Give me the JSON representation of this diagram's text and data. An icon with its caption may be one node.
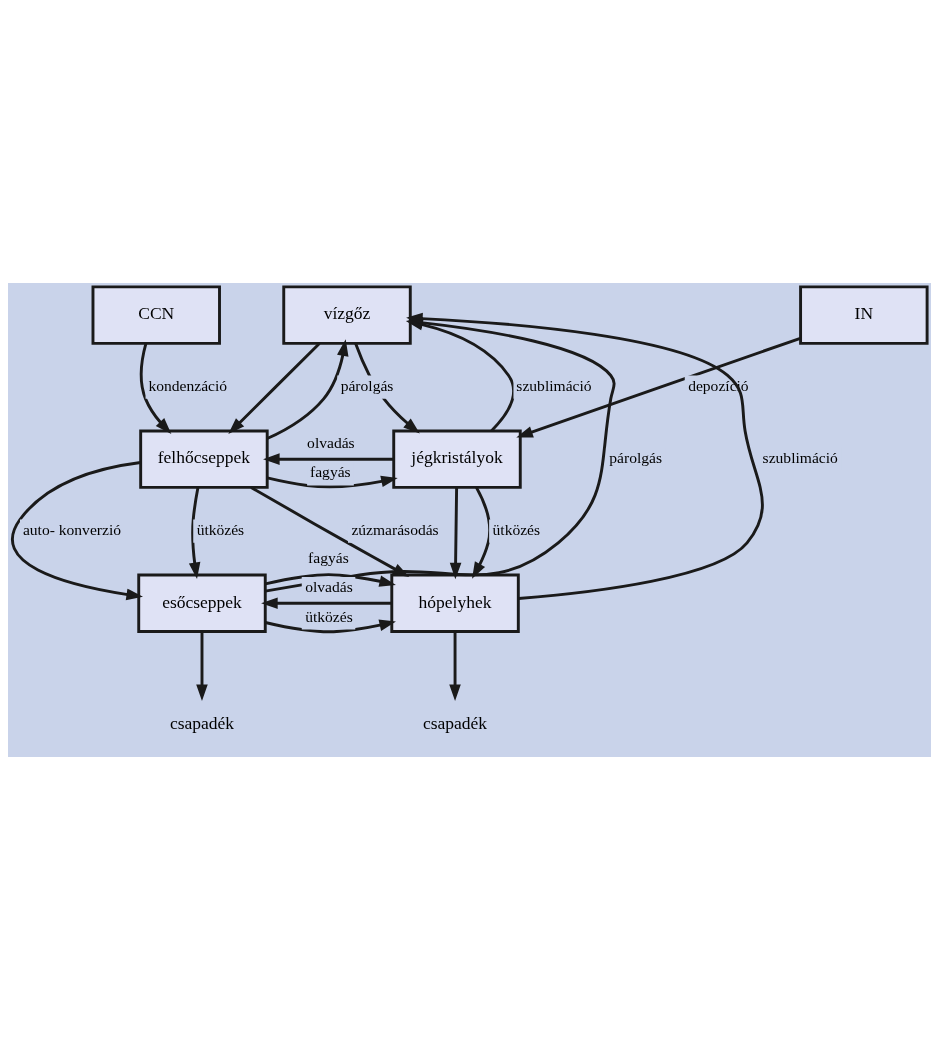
{
  "diagram": {
    "nodes": [
      {
        "text": [
          "CCN"
        ]
      },
      {
        "text": [
          "IN"
        ]
      },
      {
        "text": [
          "vízgőz"
        ]
      },
      {
        "text": [
          "felhőcseppek"
        ]
      },
      {
        "text": [
          "jégkristályok"
        ]
      },
      {
        "text": [
          "esőcseppek"
        ]
      },
      {
        "text": [
          "hópelyhek"
        ]
      },
      {
        "text": [
          "csapadék"
        ]
      },
      {
        "text": [
          "csapadék"
        ]
      }
    ],
    "edges": [
      {
        "from": 0,
        "to": 3,
        "arrow": "to",
        "label": "kondenzáció"
      },
      {
        "from": 2,
        "to": 3,
        "arrow": "to"
      },
      {
        "from": 1,
        "to": 4,
        "arrow": "to",
        "label": "depozíció"
      },
      {
        "from": 2,
        "to": 4,
        "arrow": "to"
      },
      {
        "from": 3,
        "to": 2,
        "arrow": "to",
        "label": "párolgás"
      },
      {
        "from": 4,
        "to": 2,
        "arrow": "to",
        "label": "szublimáció"
      },
      {
        "from": 5,
        "to": 2,
        "arrow": "to",
        "label": "párolgás"
      },
      {
        "from": 6,
        "to": 2,
        "arrow": "to",
        "label": "szublimáció"
      },
      {
        "from": 3,
        "to": 4,
        "arrow": "to",
        "label": "fagyás"
      },
      {
        "from": 4,
        "to": 3,
        "arrow": "to",
        "label": "olvadás"
      },
      {
        "from": 3,
        "to": 6,
        "arrow": "to",
        "label": "zúzmarásodás"
      },
      {
        "from": 4,
        "to": 6,
        "arrow": "to"
      },
      {
        "from": 3,
        "to": 5,
        "arrow": "to",
        "label": "auto- konverzió"
      },
      {
        "from": 3,
        "to": 5,
        "arrow": "to",
        "label": "ütközés"
      },
      {
        "from": 4,
        "to": 6,
        "arrow": "to",
        "label": "ütközés"
      },
      {
        "from": 6,
        "to": 5,
        "arrow": "to",
        "label": "olvadás"
      },
      {
        "from": 5,
        "to": 6,
        "arrow": "to",
        "label": "fagyás"
      },
      {
        "from": 5,
        "to": 6,
        "arrow": "to",
        "label": "ütközés"
      },
      {
        "from": 5,
        "to": 7,
        "arrow": "to"
      },
      {
        "from": 6,
        "to": 8,
        "arrow": "to"
      }
    ]
  }
}
